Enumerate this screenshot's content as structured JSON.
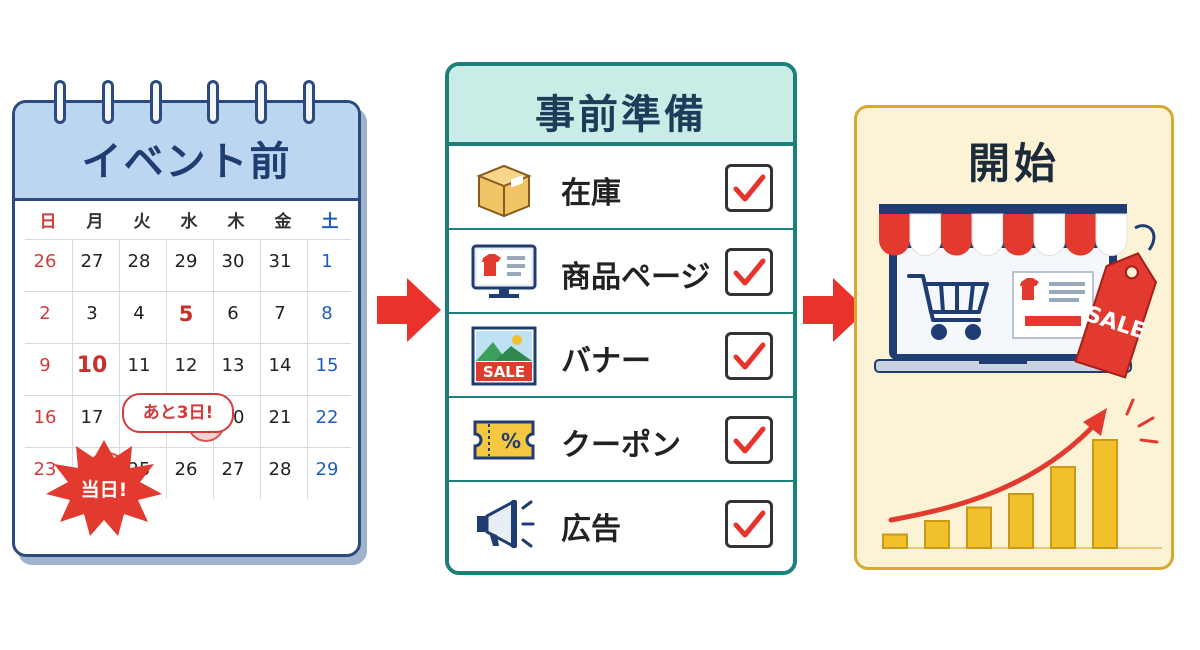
{
  "calendar": {
    "title": "イベント前",
    "weekdays": [
      "日",
      "月",
      "火",
      "水",
      "木",
      "金",
      "土"
    ],
    "weeks": [
      [
        "26",
        "27",
        "28",
        "29",
        "30",
        "31",
        "1"
      ],
      [
        "2",
        "3",
        "4",
        "5",
        "6",
        "7",
        "8"
      ],
      [
        "9",
        "10",
        "11",
        "12",
        "13",
        "14",
        "15"
      ],
      [
        "16",
        "17",
        "",
        "",
        "20",
        "21",
        "22"
      ],
      [
        "23",
        "",
        "25",
        "26",
        "27",
        "28",
        "29"
      ]
    ],
    "bubble": "あと3日!",
    "burst": "当日!"
  },
  "prep": {
    "title": "事前準備",
    "items": [
      {
        "label": "在庫",
        "icon": "box-icon"
      },
      {
        "label": "商品ページ",
        "icon": "monitor-icon"
      },
      {
        "label": "バナー",
        "icon": "banner-icon",
        "icon_text": "SALE"
      },
      {
        "label": "クーポン",
        "icon": "coupon-icon",
        "icon_text": "%"
      },
      {
        "label": "広告",
        "icon": "megaphone-icon"
      }
    ]
  },
  "start": {
    "title": "開始",
    "tag_text": "SALE",
    "bar_levels": [
      1,
      2,
      3,
      4,
      6,
      8
    ]
  },
  "colors": {
    "arrow": "#e8322b",
    "check": "#e8322b",
    "calendar_border": "#2c4a7e",
    "prep_border": "#1c7f7a",
    "start_border": "#d9a82f",
    "bars": "#f2c02b"
  }
}
